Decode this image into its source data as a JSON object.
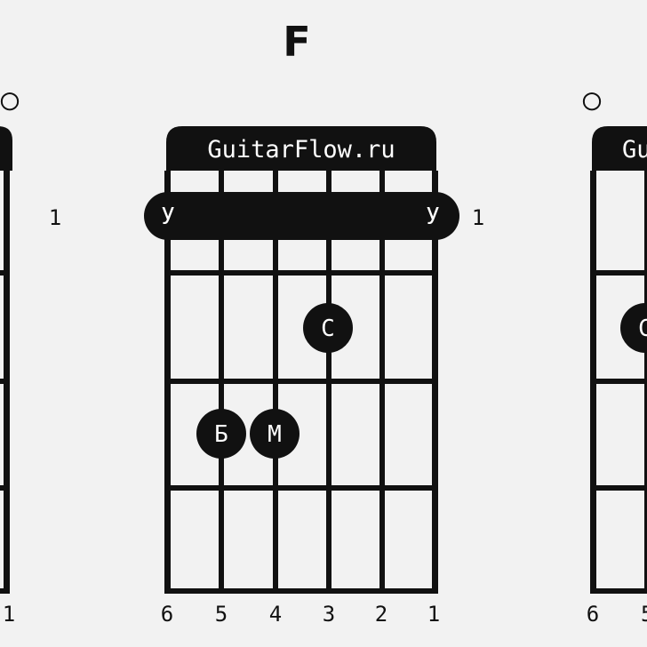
{
  "chord_name": "F",
  "site_label": "GuitarFlow.ru",
  "site_label_partial": "Gu",
  "colors": {
    "background": "#f2f2f2",
    "ink": "#111111",
    "text_on_ink": "#ffffff"
  },
  "main_diagram": {
    "barre": {
      "fret": 1,
      "label_left": "У",
      "label_right": "У"
    },
    "fret_number": "1",
    "dots": [
      {
        "string": 3,
        "fret": 2,
        "label": "С"
      },
      {
        "string": 5,
        "fret": 3,
        "label": "Б"
      },
      {
        "string": 4,
        "fret": 3,
        "label": "М"
      }
    ],
    "string_labels": [
      "6",
      "5",
      "4",
      "3",
      "2",
      "1"
    ]
  },
  "left_diagram": {
    "open_marker": "○",
    "fret_number": "1",
    "string_label_visible": "1"
  },
  "right_diagram": {
    "open_marker": "○",
    "dot_label_partial": "С",
    "string_labels_visible": [
      "6",
      "5"
    ]
  }
}
